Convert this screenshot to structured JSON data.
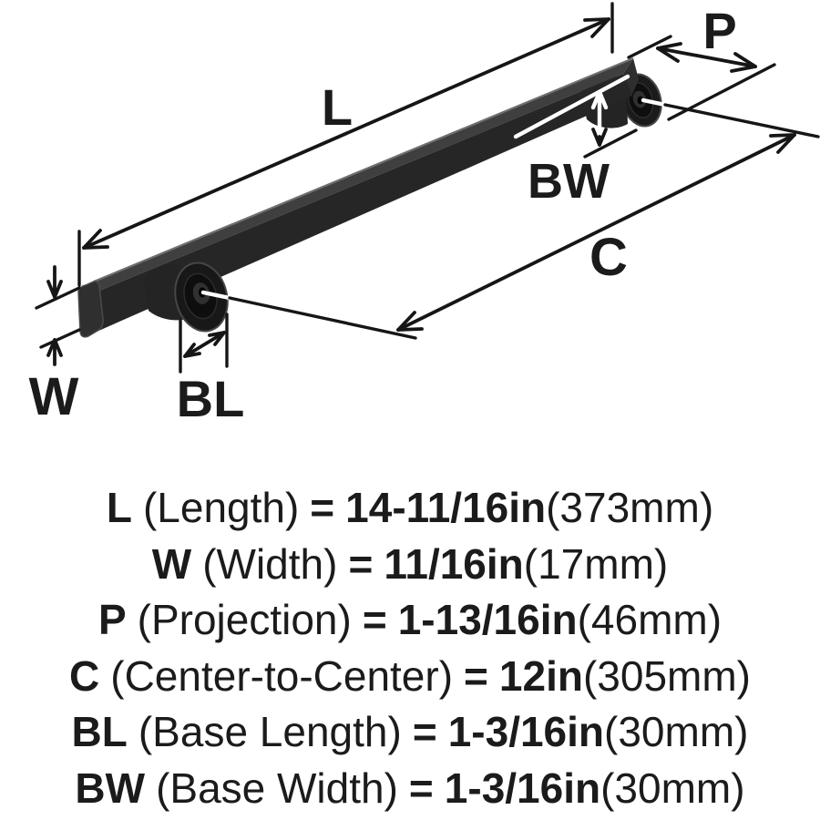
{
  "diagram": {
    "labels": {
      "length": "L",
      "projection": "P",
      "base_width": "BW",
      "center_to_center": "C",
      "width": "W",
      "base_length": "BL"
    },
    "colors": {
      "background": "#ffffff",
      "line": "#161616",
      "handle_top": "#3f3f3f",
      "handle_front": "#262626",
      "base_dark": "#181818"
    }
  },
  "legend": {
    "rows": [
      {
        "abbr": "L",
        "name": "(Length)",
        "equals": "=",
        "value": "14-11/16in",
        "metric": "(373mm)"
      },
      {
        "abbr": "W",
        "name": "(Width)",
        "equals": "=",
        "value": "11/16in",
        "metric": "(17mm)"
      },
      {
        "abbr": "P",
        "name": "(Projection)",
        "equals": "=",
        "value": "1-13/16in",
        "metric": "(46mm)"
      },
      {
        "abbr": "C",
        "name": "(Center-to-Center)",
        "equals": "=",
        "value": "12in",
        "metric": "(305mm)"
      },
      {
        "abbr": "BL",
        "name": "(Base Length)",
        "equals": "=",
        "value": "1-3/16in",
        "metric": "(30mm)"
      },
      {
        "abbr": "BW",
        "name": "(Base Width)",
        "equals": "=",
        "value": "1-3/16in",
        "metric": "(30mm)"
      }
    ]
  }
}
